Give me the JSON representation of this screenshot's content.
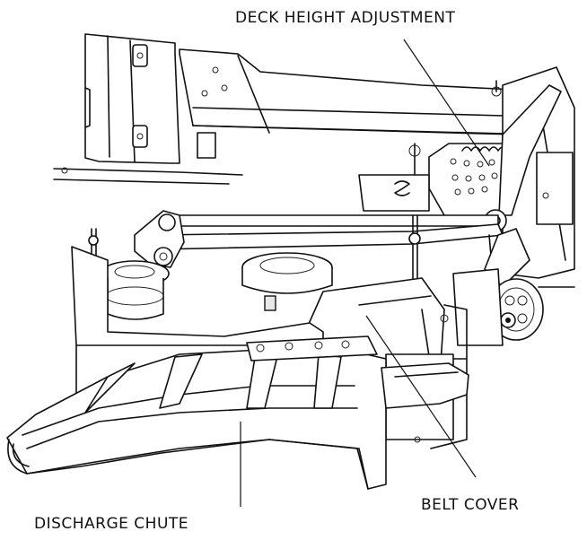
{
  "callouts": {
    "deck_height": "DECK HEIGHT ADJUSTMENT",
    "belt_cover": "BELT COVER",
    "discharge_chute": "DISCHARGE CHUTE"
  },
  "colors": {
    "line": "#111111",
    "background": "#ffffff"
  }
}
